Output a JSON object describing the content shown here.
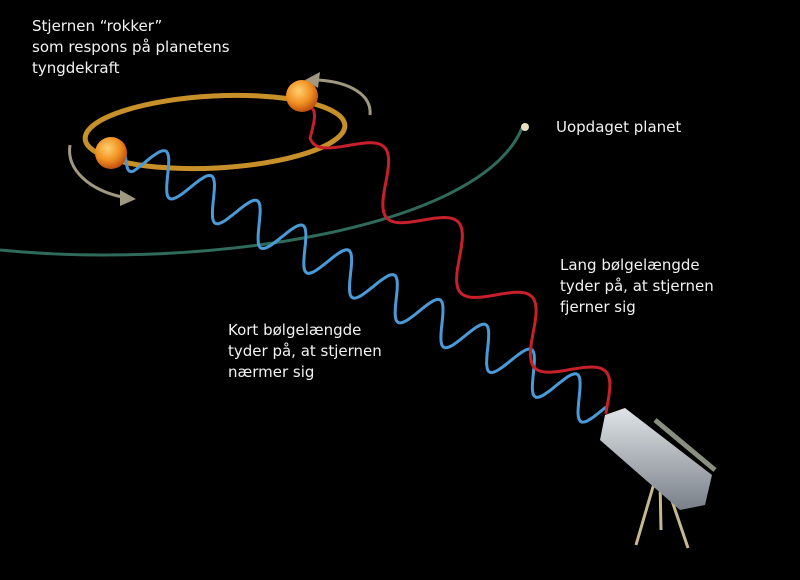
{
  "labels": {
    "star_wobble": [
      "Stjernen “rokker”",
      "som respons på planetens",
      "tyngdekraft"
    ],
    "planet": "Uopdaget planet",
    "long_wave": [
      "Lang bølgelængde",
      "tyder på, at stjernen",
      "fjerner sig"
    ],
    "short_wave": [
      "Kort bølgelængde",
      "tyder på, at stjernen",
      "nærmer sig"
    ]
  },
  "colors": {
    "background": "#000000",
    "blueshift": "#4a9ad8",
    "redshift": "#c8202a",
    "star_orbit": "#c8902a",
    "planet_orbit": "#2f6a5a",
    "star": "#f0901a",
    "arrow": "#a09880"
  }
}
